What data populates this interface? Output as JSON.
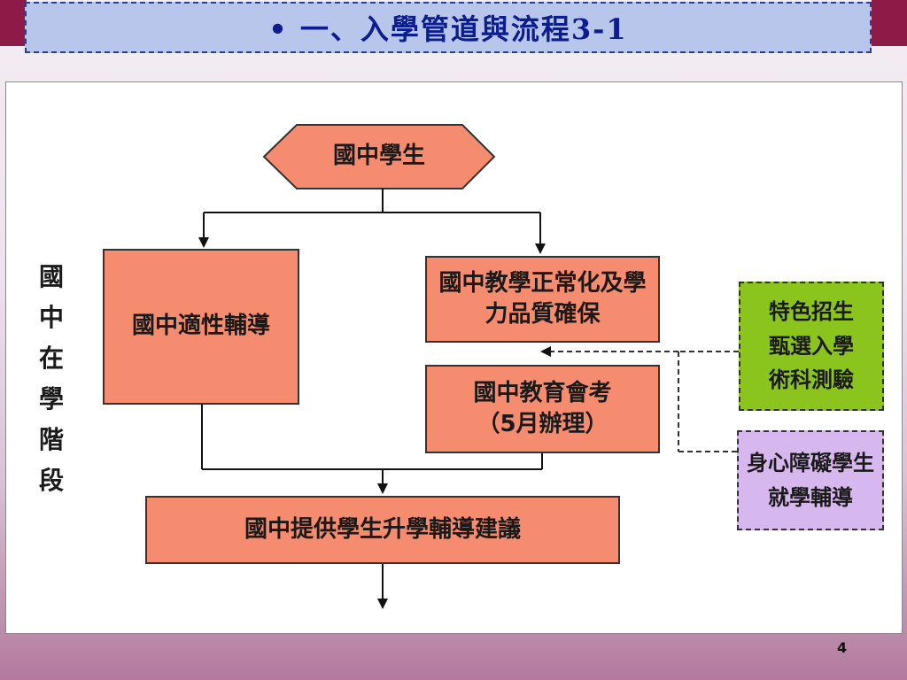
{
  "slide": {
    "title": "•  一、入學管道與流程3-1",
    "page_number": "4"
  },
  "colors": {
    "title_bg": "#b9c6ec",
    "title_text": "#0b1d8f",
    "box_fill": "#f58c6f",
    "green_box": "#8cc41e",
    "purple_box": "#d6b7ee"
  },
  "diagram": {
    "start": "國中學生",
    "left_box": "國中適性輔導",
    "right_top_box": "國中教學正常化及學\n力品質確保",
    "right_bottom_box": "國中教育會考\n（5月辦理）",
    "bottom_box": "國中提供學生升學輔導建議",
    "green_box": "特色招生\n甄選入學\n術科測驗",
    "purple_box": "身心障礙學生\n就學輔導",
    "side_label": "國中在學階段"
  }
}
